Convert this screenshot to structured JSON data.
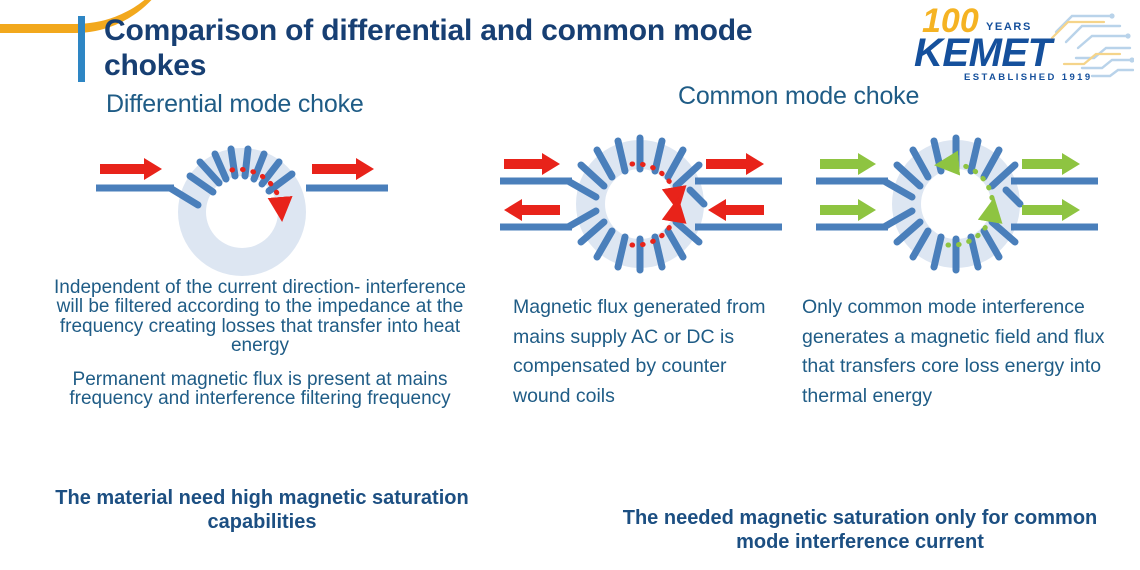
{
  "slide": {
    "title": "Comparison of differential and common mode chokes",
    "accent_bar_color": "#2e86c4",
    "swoosh_color": "#f2a81d",
    "title_color": "#173f73",
    "body_text_color": "#1f5c86"
  },
  "logo": {
    "anniversary_number": "100",
    "anniversary_word": "YEARS",
    "brand": "KEMET",
    "established": "ESTABLISHED 1919",
    "gold": "#f5b323",
    "blue": "#15509c"
  },
  "sections": {
    "left": {
      "heading": "Differential mode choke",
      "paragraphs": [
        "Independent of the current direction- interference will be filtered according to the impedance at the frequency creating losses that transfer into heat energy",
        "Permanent magnetic flux is present at mains frequency and interference filtering frequency"
      ],
      "conclusion": "The material need high magnetic saturation capabilities"
    },
    "right": {
      "heading": "Common mode choke",
      "paragraph_middle": "Magnetic flux generated from mains supply AC or DC is compensated by counter wound coils",
      "paragraph_right": "Only common mode interference generates a magnetic field and flux that transfers core loss energy into thermal energy",
      "conclusion": "The needed magnetic saturation only for common mode interference current"
    }
  },
  "diagrams": {
    "core_fill": "#dde6f2",
    "winding_color": "#4a7fbb",
    "wire_color": "#4a7fbb",
    "current_arrow_red": "#e8231a",
    "current_arrow_green": "#8ec441",
    "flux_red": "#e8231a",
    "flux_green": "#8ec441",
    "differential": {
      "name": "differential-mode-choke-diagram",
      "winding_span": "top-half",
      "current_arrows": [
        "right",
        "right"
      ],
      "flux_arcs": 1,
      "flux_direction": "clockwise"
    },
    "common_opposed": {
      "name": "common-mode-choke-opposed-currents-diagram",
      "winding_span": "full",
      "current_arrows": [
        "right",
        "left",
        "left",
        "right"
      ],
      "flux_arcs": 2,
      "flux_direction": "cancelling"
    },
    "common_same": {
      "name": "common-mode-choke-common-currents-diagram",
      "winding_span": "full",
      "current_arrows": [
        "right",
        "right",
        "right",
        "right"
      ],
      "flux_arcs": 2,
      "flux_direction": "counter-clockwise"
    }
  }
}
